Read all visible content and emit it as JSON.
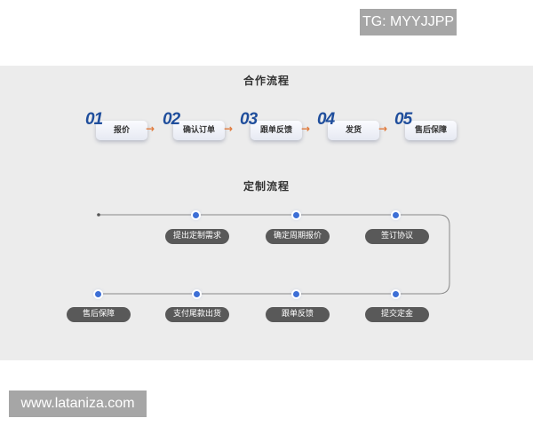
{
  "watermarks": {
    "top": "TG: MYYJJPP",
    "bottom": "www.lataniza.com"
  },
  "cooperation": {
    "title": "合作流程",
    "steps": [
      {
        "num": "01",
        "label": "报价"
      },
      {
        "num": "02",
        "label": "确认订单"
      },
      {
        "num": "03",
        "label": "跟单反馈"
      },
      {
        "num": "04",
        "label": "发货"
      },
      {
        "num": "05",
        "label": "售后保障"
      }
    ],
    "arrow": "→"
  },
  "custom": {
    "title": "定制流程",
    "row1": [
      "提出定制需求",
      "确定周期报价",
      "签订协议"
    ],
    "row2": [
      "售后保障",
      "支付尾款出货",
      "跟单反馈",
      "提交定金"
    ]
  },
  "colors": {
    "number_blue": "#1f4e9c",
    "arrow_orange": "#e07a3c",
    "dot_blue": "#3d6fd6",
    "pill_gray": "#595959",
    "panel_bg": "#ececec"
  }
}
